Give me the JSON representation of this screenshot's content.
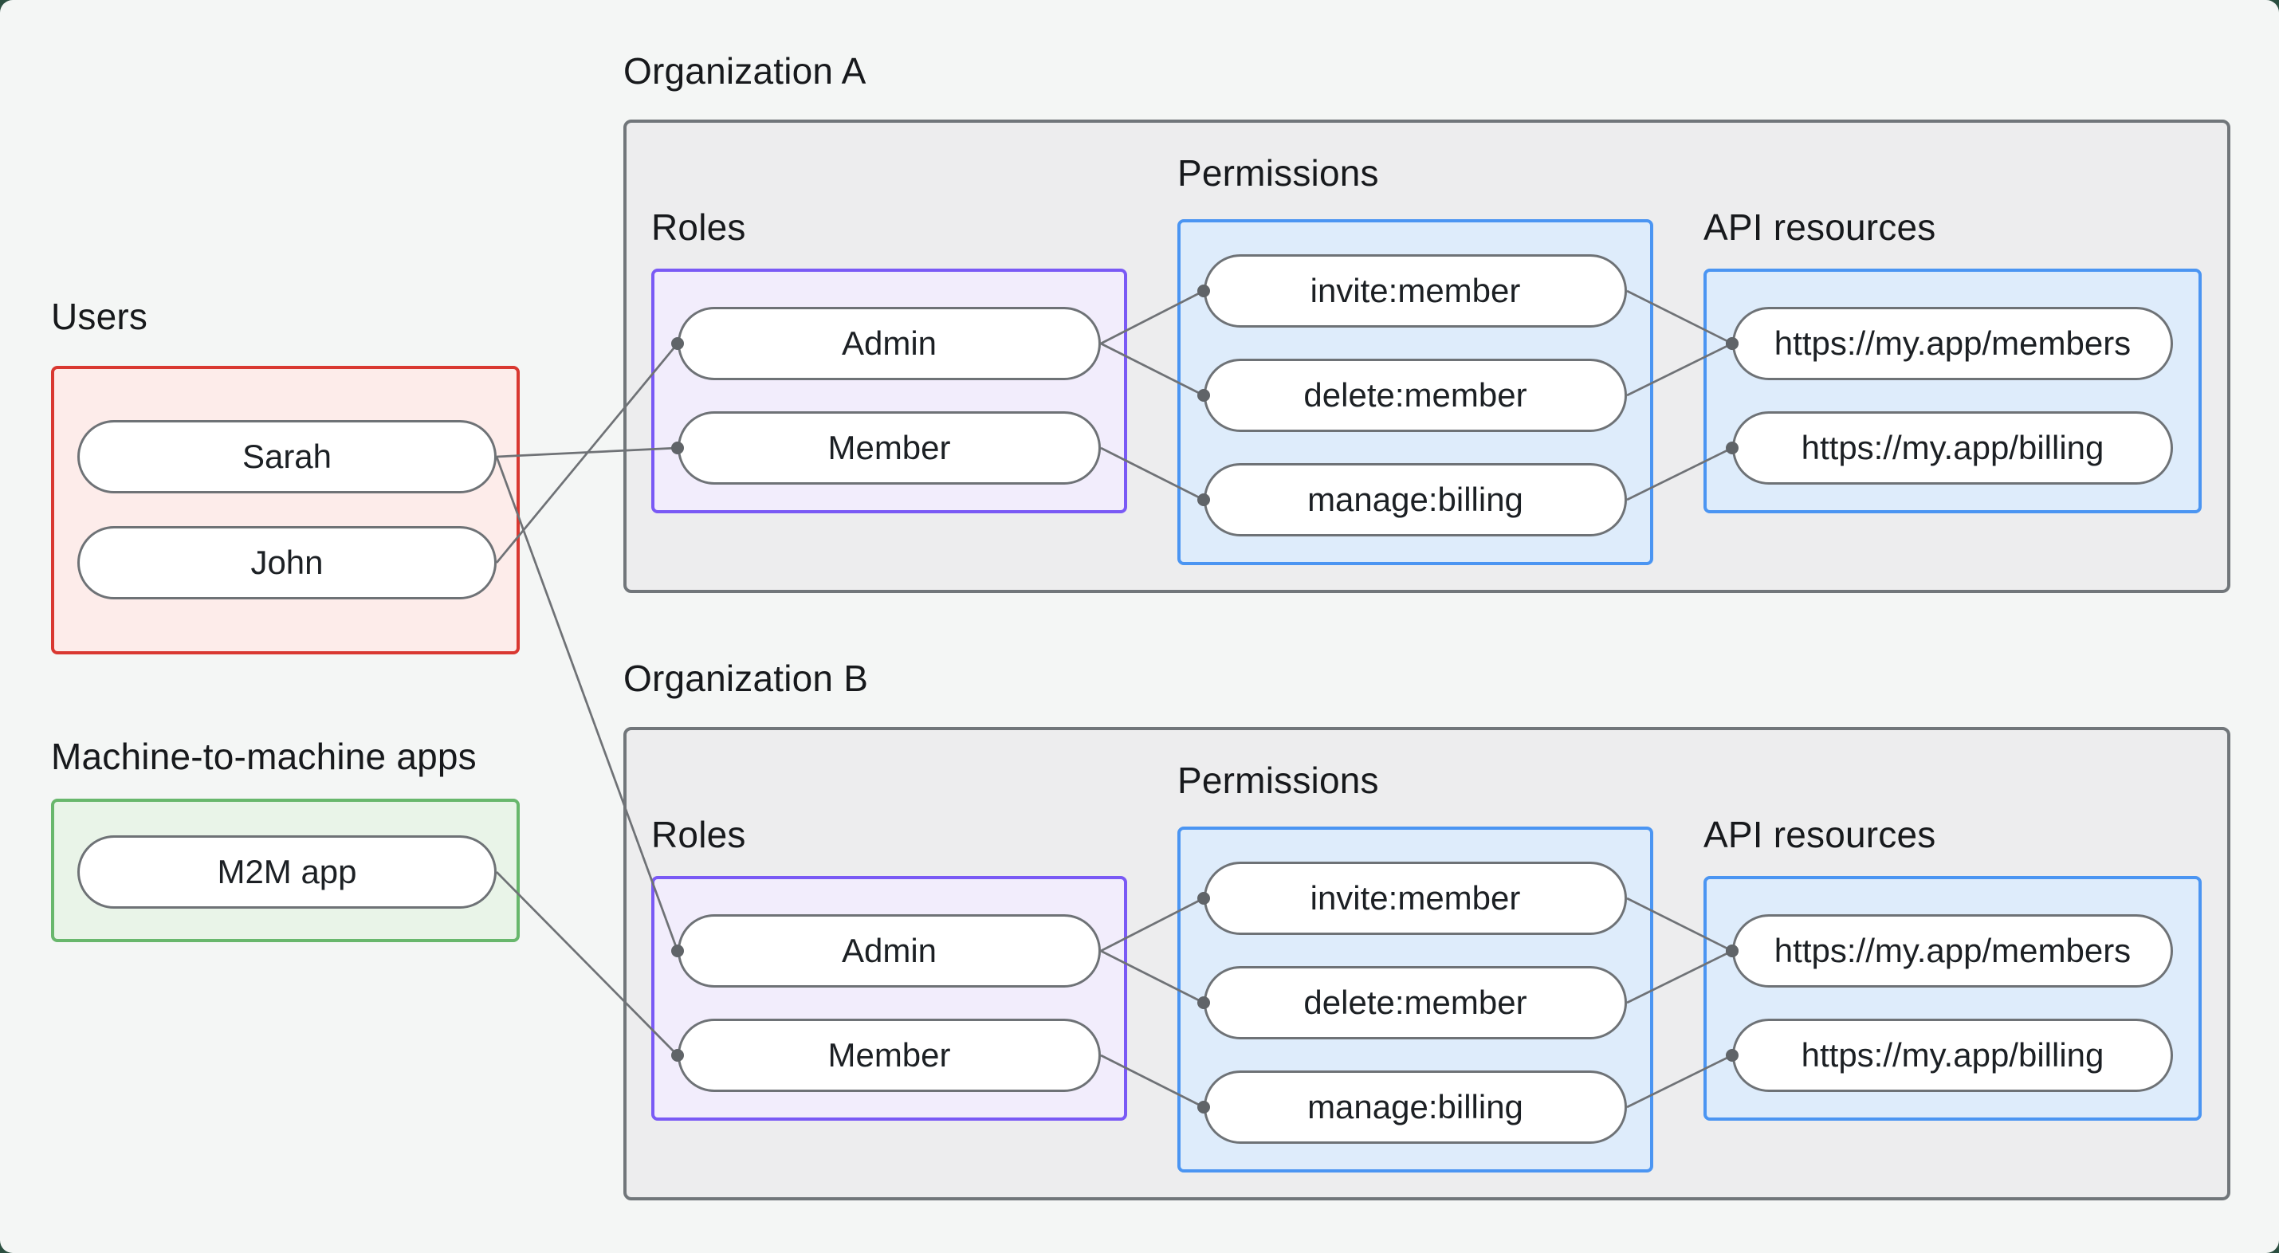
{
  "groups": {
    "users": {
      "label": "Users"
    },
    "m2m": {
      "label": "Machine-to-machine apps"
    }
  },
  "nodes": {
    "sarah": "Sarah",
    "john": "John",
    "m2m_app": "M2M app"
  },
  "orgs": [
    {
      "title": "Organization A",
      "roles_label": "Roles",
      "permissions_label": "Permissions",
      "api_label": "API resources",
      "roles": [
        "Admin",
        "Member"
      ],
      "permissions": [
        "invite:member",
        "delete:member",
        "manage:billing"
      ],
      "resources": [
        "https://my.app/members",
        "https://my.app/billing"
      ]
    },
    {
      "title": "Organization B",
      "roles_label": "Roles",
      "permissions_label": "Permissions",
      "api_label": "API resources",
      "roles": [
        "Admin",
        "Member"
      ],
      "permissions": [
        "invite:member",
        "delete:member",
        "manage:billing"
      ],
      "resources": [
        "https://my.app/members",
        "https://my.app/billing"
      ]
    }
  ],
  "edges": [
    {
      "from": "user-john",
      "to": "org0-role0"
    },
    {
      "from": "user-sarah",
      "to": "org0-role1"
    },
    {
      "from": "user-sarah",
      "to": "org1-role0"
    },
    {
      "from": "m2m-app",
      "to": "org1-role1"
    },
    {
      "from": "org0-role0",
      "to": "org0-perm0"
    },
    {
      "from": "org0-role0",
      "to": "org0-perm1"
    },
    {
      "from": "org0-role1",
      "to": "org0-perm2"
    },
    {
      "from": "org0-perm0",
      "to": "org0-res0"
    },
    {
      "from": "org0-perm1",
      "to": "org0-res0"
    },
    {
      "from": "org0-perm2",
      "to": "org0-res1"
    },
    {
      "from": "org1-role0",
      "to": "org1-perm0"
    },
    {
      "from": "org1-role0",
      "to": "org1-perm1"
    },
    {
      "from": "org1-role1",
      "to": "org1-perm2"
    },
    {
      "from": "org1-perm0",
      "to": "org1-res0"
    },
    {
      "from": "org1-perm1",
      "to": "org1-res0"
    },
    {
      "from": "org1-perm2",
      "to": "org1-res1"
    }
  ],
  "colors": {
    "page_background": "#f4f6f5",
    "outer_background": "#2b4f40",
    "org_fill": "#ededee",
    "org_border": "#71767a",
    "users_border": "#d93831",
    "users_fill": "#fdecea",
    "m2m_border": "#68b76c",
    "m2m_fill": "#e9f4e8",
    "roles_border": "#7a5af5",
    "roles_fill": "#f2edfc",
    "blue_border": "#4b95f2",
    "blue_fill": "#deecfb",
    "pill_border": "#6e7276",
    "edge_line": "#6f7276",
    "connector_dot": "#606468",
    "text": "#17191c"
  }
}
